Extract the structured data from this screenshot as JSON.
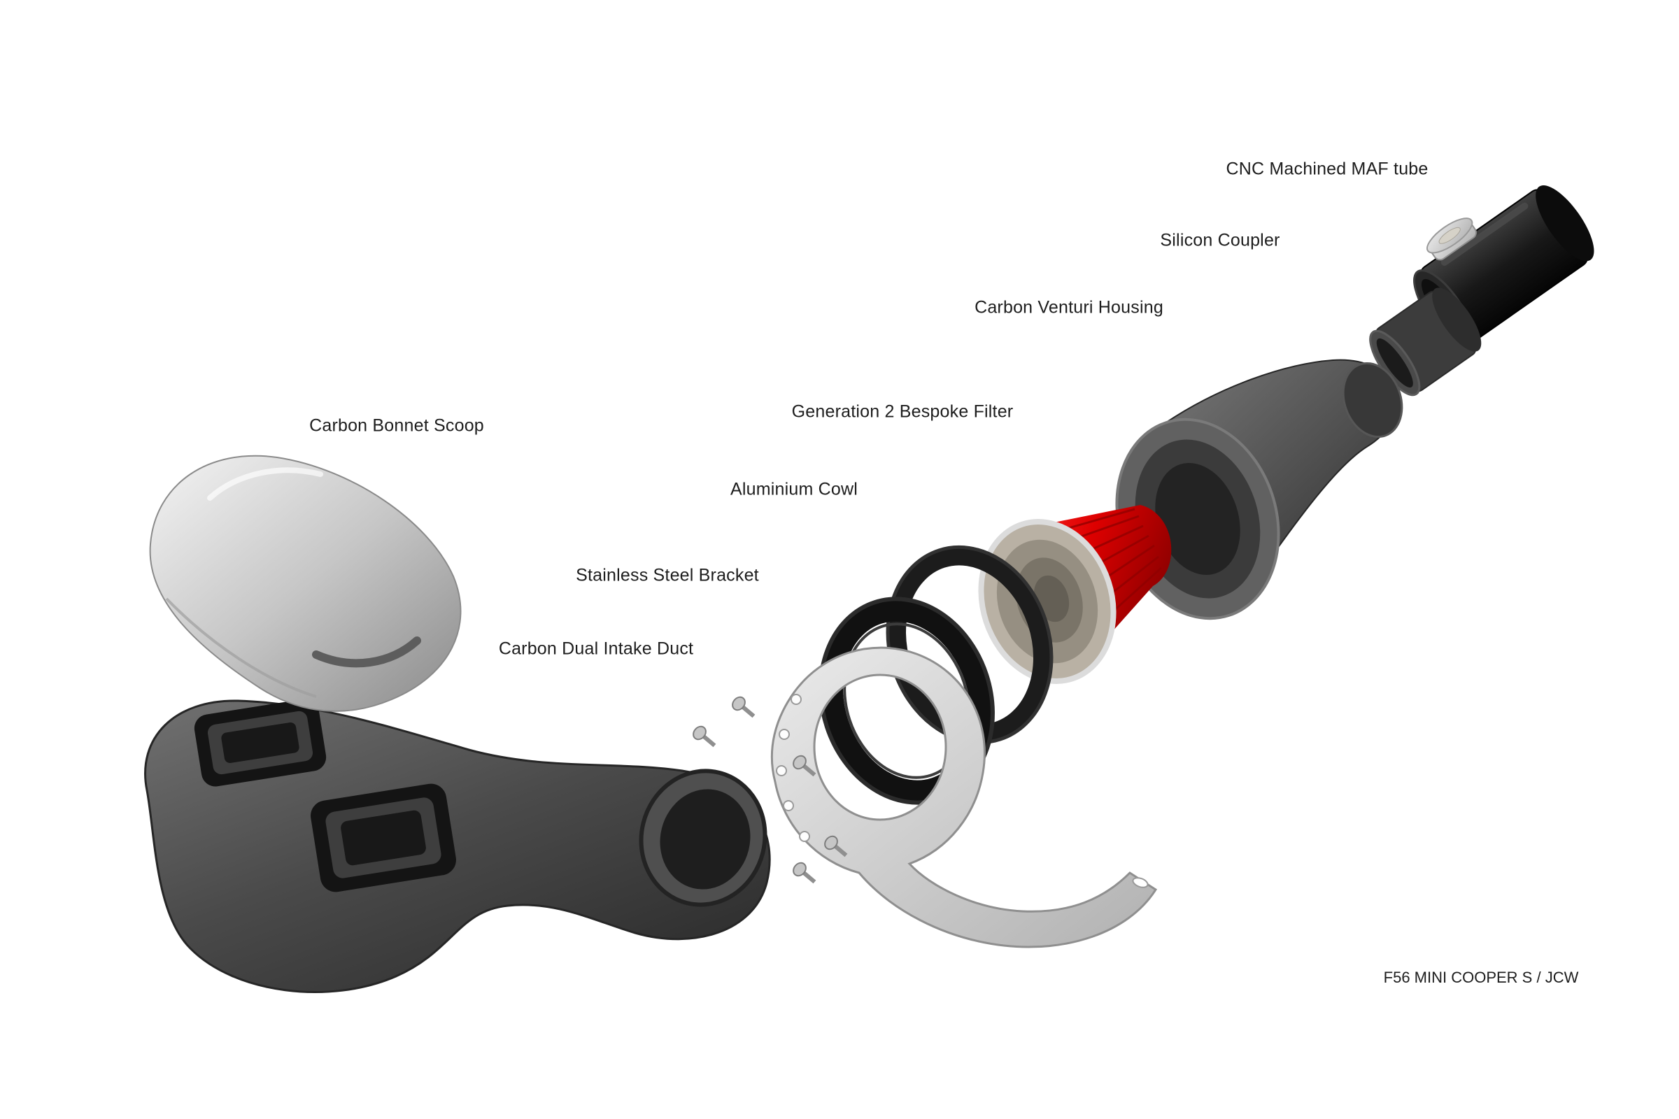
{
  "labels": [
    {
      "id": "maf-tube",
      "text": "CNC Machined MAF tube"
    },
    {
      "id": "silicon-coupler",
      "text": "Silicon Coupler"
    },
    {
      "id": "venturi-housing",
      "text": "Carbon Venturi Housing"
    },
    {
      "id": "gen2-filter",
      "text": "Generation 2 Bespoke Filter"
    },
    {
      "id": "aluminium-cowl",
      "text": "Aluminium Cowl"
    },
    {
      "id": "steel-bracket",
      "text": "Stainless Steel Bracket"
    },
    {
      "id": "intake-duct",
      "text": "Carbon Dual Intake Duct"
    },
    {
      "id": "bonnet-scoop",
      "text": "Carbon Bonnet Scoop"
    }
  ],
  "footer": {
    "text": "F56 MINI COOPER S / JCW"
  },
  "colors": {
    "background": "#ffffff",
    "filter_red": "#dd0000",
    "carbon_dark": "#3f3f3f",
    "silver": "#c6c6c6",
    "black_part": "#141414",
    "label_text": "#1d1d1d"
  }
}
